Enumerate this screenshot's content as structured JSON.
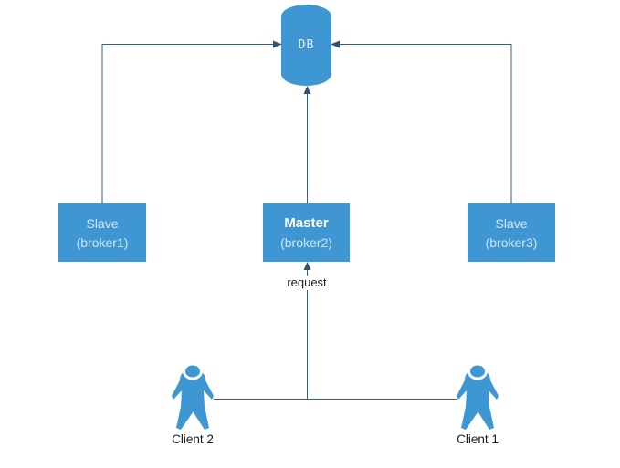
{
  "diagram": {
    "db": {
      "label": "DB"
    },
    "brokers": [
      {
        "role": "Slave",
        "name": "(broker1)"
      },
      {
        "role": "Master",
        "name": "(broker2)"
      },
      {
        "role": "Slave",
        "name": "(broker3)"
      }
    ],
    "edge_label": "request",
    "clients": [
      {
        "label": "Client 2"
      },
      {
        "label": "Client 1"
      }
    ],
    "colors": {
      "node_fill": "#3E97D3",
      "connector": "#33627F",
      "node_text": "#FFFFFF",
      "label_text": "#1C1C1C"
    }
  }
}
